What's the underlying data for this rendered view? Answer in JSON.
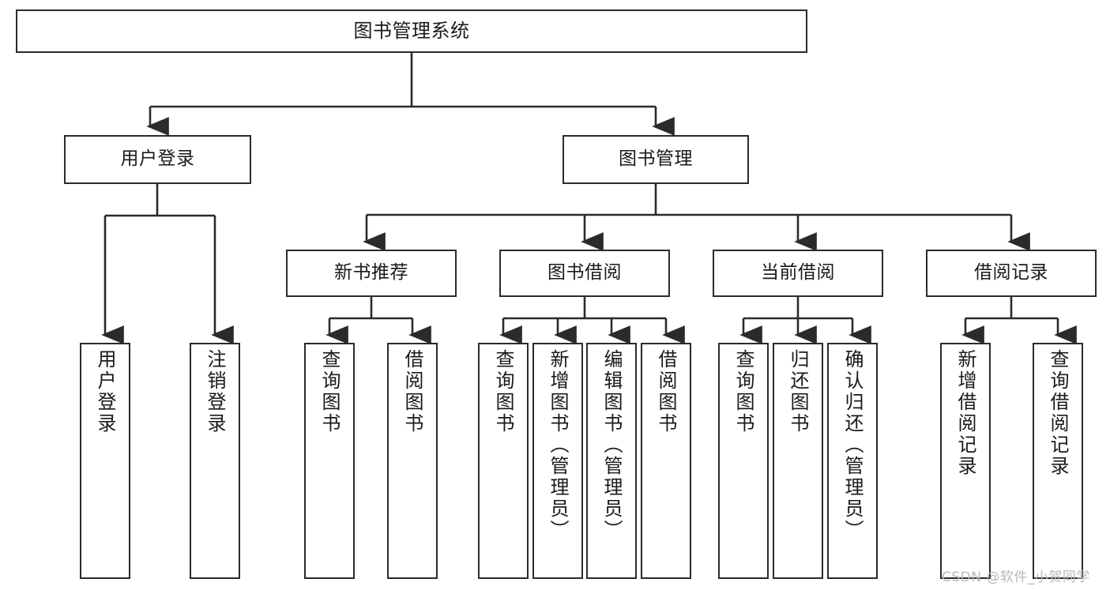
{
  "diagram": {
    "title": "图书管理系统",
    "type": "tree-hierarchy-diagram",
    "colors": {
      "box_border": "#2b2b2b",
      "box_fill": "#ffffff",
      "connector": "#2b2b2b",
      "background": "#ffffff",
      "watermark": "#b9b9b9"
    },
    "root": {
      "label": "图书管理系统"
    },
    "level2": [
      {
        "label": "用户登录"
      },
      {
        "label": "图书管理"
      }
    ],
    "level3": [
      {
        "label": "新书推荐"
      },
      {
        "label": "图书借阅"
      },
      {
        "label": "当前借阅"
      },
      {
        "label": "借阅记录"
      }
    ],
    "leaves": {
      "user_login": [
        {
          "label": "用户登录"
        },
        {
          "label": "注销登录"
        }
      ],
      "new_book_recommend": [
        {
          "label": "查询图书"
        },
        {
          "label": "借阅图书"
        }
      ],
      "book_borrow": [
        {
          "label": "查询图书"
        },
        {
          "label": "新增图书（管理员）"
        },
        {
          "label": "编辑图书（管理员）"
        },
        {
          "label": "借阅图书"
        }
      ],
      "current_borrow": [
        {
          "label": "查询图书"
        },
        {
          "label": "归还图书"
        },
        {
          "label": "确认归还（管理员）"
        }
      ],
      "borrow_record": [
        {
          "label": "新增借阅记录"
        },
        {
          "label": "查询借阅记录"
        }
      ]
    },
    "watermark": "CSDN @软件_小贺同学"
  }
}
